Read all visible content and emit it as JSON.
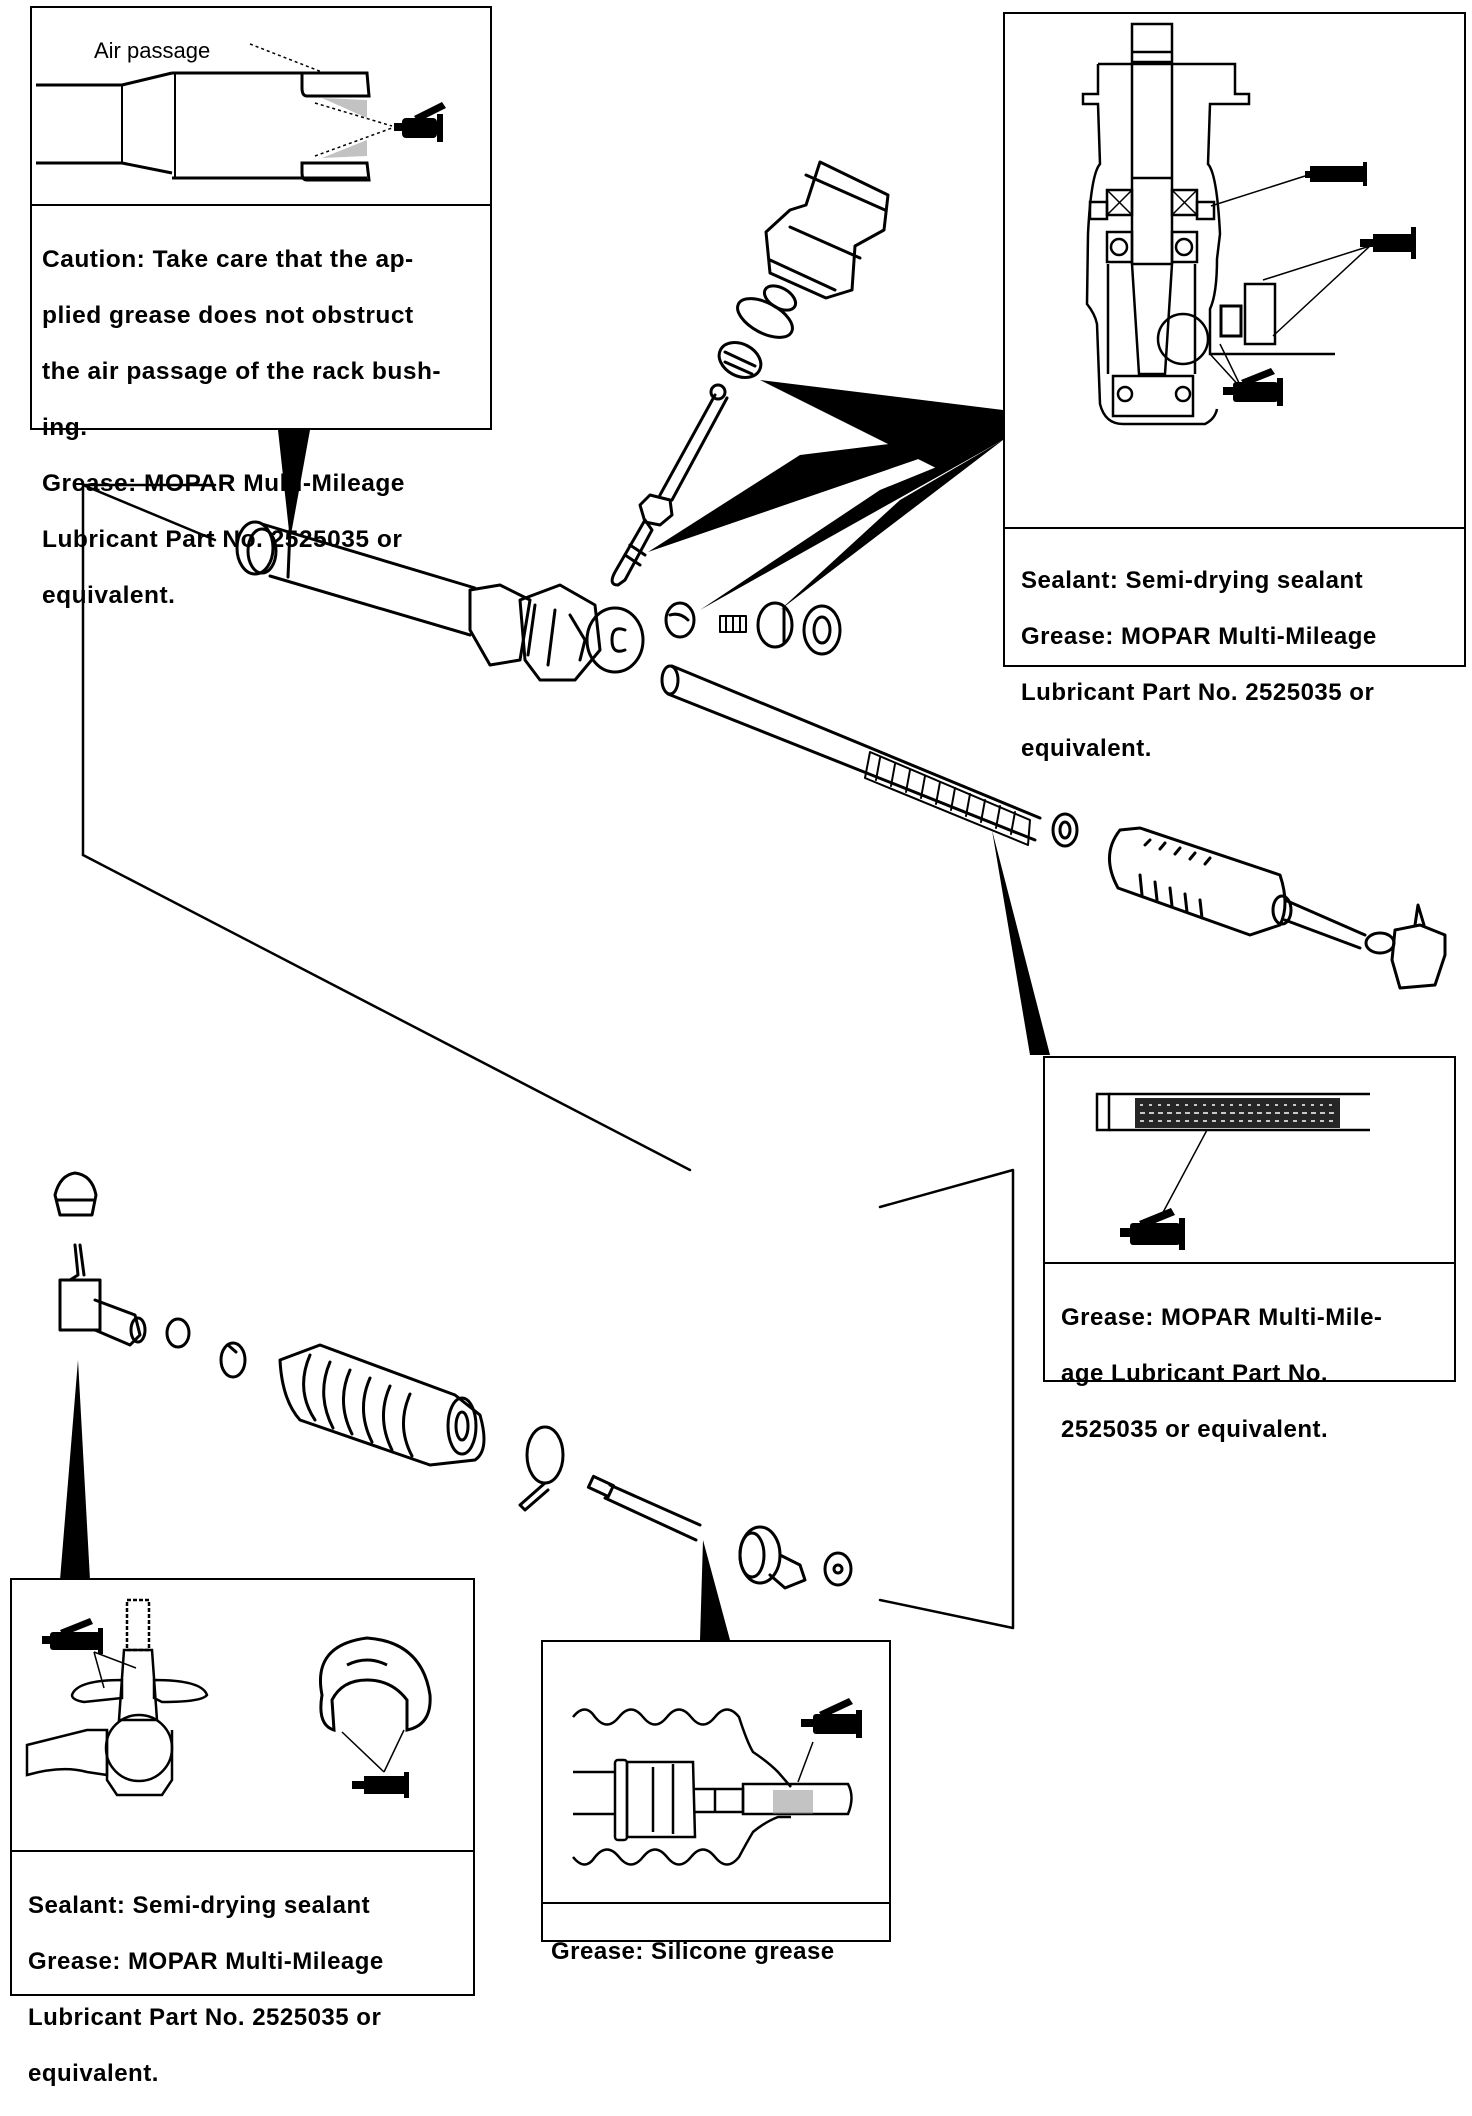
{
  "diagram": {
    "title": "Steering gear exploded view with lubrication and sealant points",
    "colors": {
      "ink": "#000000",
      "paper": "#ffffff"
    }
  },
  "callouts": {
    "rack_bushing": {
      "figure_label": "Air passage",
      "lines": [
        "Caution: Take care that the ap-",
        "plied grease does not obstruct",
        "the air passage of the rack bush-",
        "ing.",
        "Grease: MOPAR Multi-Mileage",
        "Lubricant Part No. 2525035 or",
        "equivalent."
      ],
      "icons": [
        "grease-gun-icon"
      ]
    },
    "pinion_housing": {
      "lines": [
        "Sealant: Semi-drying sealant",
        "Grease: MOPAR Multi-Mileage",
        "Lubricant Part No. 2525035 or",
        "equivalent."
      ],
      "icons": [
        "sealant-tube-icon",
        "sealant-tube-icon",
        "grease-gun-icon"
      ]
    },
    "rack_teeth": {
      "lines": [
        "Grease: MOPAR Multi-Mile-",
        "age Lubricant Part No.",
        "2525035 or equivalent."
      ],
      "icons": [
        "grease-gun-icon"
      ]
    },
    "tie_rod_end": {
      "lines": [
        "Sealant: Semi-drying sealant",
        "Grease: MOPAR Multi-Mileage",
        "Lubricant Part No. 2525035 or",
        "equivalent."
      ],
      "icons": [
        "grease-gun-icon",
        "sealant-tube-icon"
      ]
    },
    "boot": {
      "lines": [
        "Grease: Silicone grease"
      ],
      "icons": [
        "grease-gun-icon"
      ]
    }
  },
  "parts": [
    "rack-bushing",
    "gear-housing",
    "pinion",
    "pinion-bearing-cap",
    "oil-seal",
    "lock-nut",
    "rack-support",
    "spring",
    "rack-support-cover",
    "seal-ring",
    "rack",
    "outer-tie-rod-boot",
    "outer-tie-rod-end",
    "dust-cover",
    "tie-rod-end",
    "clip",
    "band",
    "bellows-boot",
    "boot-band",
    "inner-tie-rod",
    "tab-washer"
  ]
}
